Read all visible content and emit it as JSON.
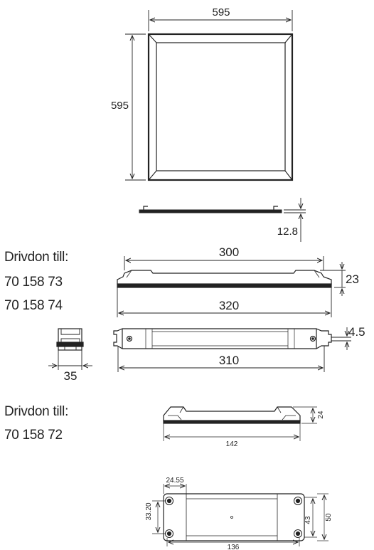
{
  "panel_top": {
    "width_label": "595",
    "height_label": "595"
  },
  "panel_side": {
    "thickness_label": "12.8"
  },
  "driver_group_a": {
    "heading": "Drivdon till:",
    "articles": [
      "70 158 73",
      "70 158 74"
    ],
    "side_view": {
      "inner_length_label": "300",
      "height_label": "23",
      "overall_length_label": "320"
    },
    "top_view": {
      "hole_spacing_label": "310",
      "hole_offset_label": "4.5"
    },
    "end_view": {
      "width_label": "35"
    }
  },
  "driver_group_b": {
    "heading": "Drivdon till:",
    "articles": [
      "70 158 72"
    ],
    "side_view": {
      "length_label": "142",
      "height_label": "24"
    },
    "top_view": {
      "length_label": "136",
      "width_label": "50",
      "inner_width_label": "43",
      "hole_span_label": "33.20",
      "hole_edge_label": "24.55"
    }
  }
}
